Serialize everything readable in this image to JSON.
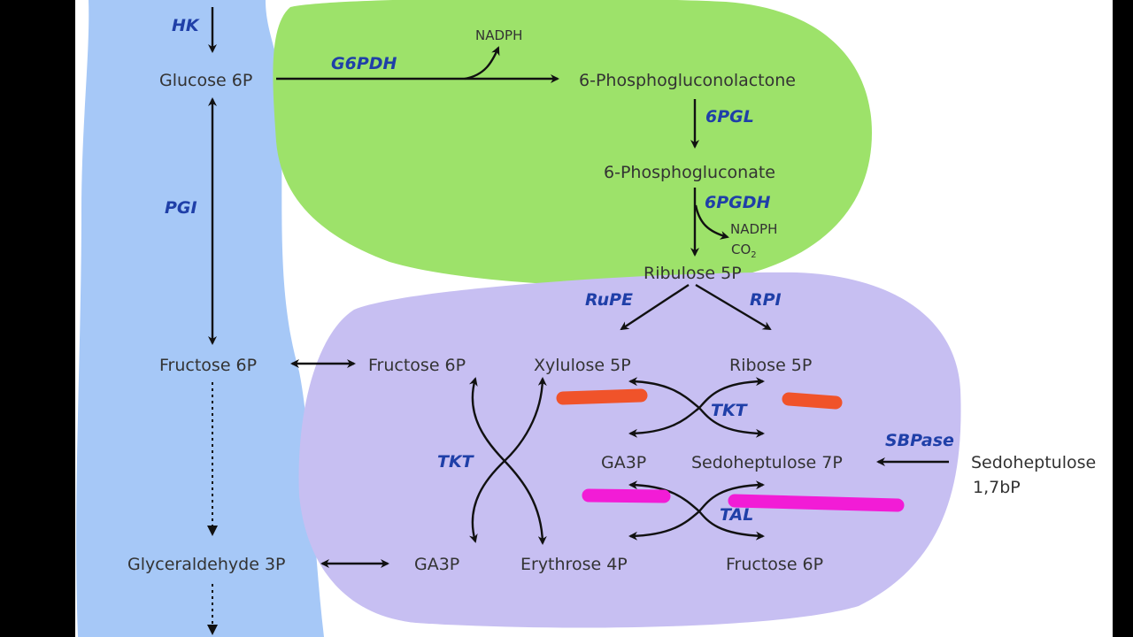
{
  "enzymes": {
    "hk": "HK",
    "pgi": "PGI",
    "g6pdh": "G6PDH",
    "pgl": "6PGL",
    "pgdh": "6PGDH",
    "rupe": "RuPE",
    "rpi": "RPI",
    "tkt_left": "TKT",
    "tkt_right": "TKT",
    "tal": "TAL",
    "sbpase": "SBPase"
  },
  "metabolites": {
    "glucose6p": "Glucose 6P",
    "fructose6p_glyco": "Fructose 6P",
    "ga3p_glyco": "Glyceraldehyde 3P",
    "phosphogluconolactone": "6-Phosphogluconolactone",
    "phosphogluconate": "6-Phosphogluconate",
    "ribulose5p": "Ribulose 5P",
    "fructose6p_ppp": "Fructose 6P",
    "xylulose5p": "Xylulose 5P",
    "ribose5p": "Ribose 5P",
    "ga3p_mid": "GA3P",
    "sedoheptulose7p": "Sedoheptulose 7P",
    "ga3p_bottom": "GA3P",
    "erythrose4p": "Erythrose 4P",
    "fructose6p_bottom": "Fructose 6P",
    "sedoheptulose17bp_line1": "Sedoheptulose",
    "sedoheptulose17bp_line2": "1,7bP"
  },
  "cofactors": {
    "nadph_1": "NADPH",
    "nadph_2": "NADPH",
    "co2": "CO",
    "co2_sub": "2"
  },
  "colors": {
    "glycolysis_region": "#a6c8f7",
    "oxidative_region": "#9de26a",
    "nonoxidative_region": "#c7bff2",
    "enzyme_text": "#1f3fa8",
    "highlight_orange": "#f0532a",
    "highlight_magenta": "#f21cd6",
    "canvas": "#ffffff",
    "frame": "#000000"
  }
}
